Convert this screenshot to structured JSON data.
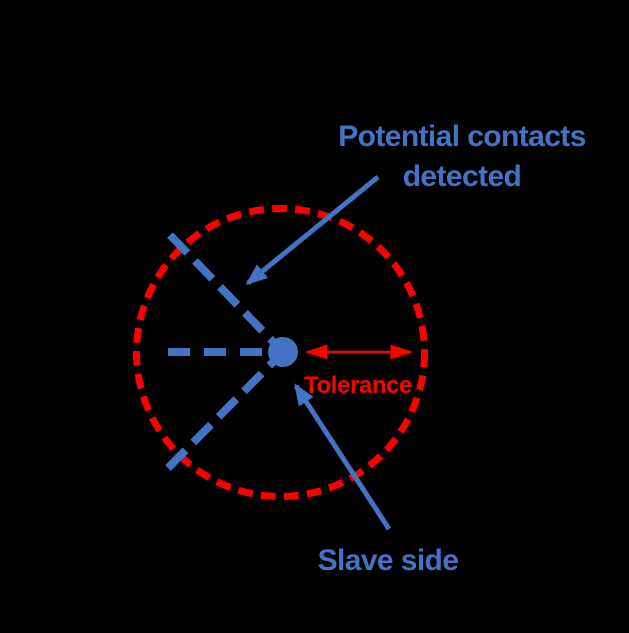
{
  "colors": {
    "blue": "#4472C4",
    "red": "#FF0000",
    "background": "#000000"
  },
  "labels": {
    "potential_contacts_line1": "Potential contacts",
    "potential_contacts_line2": "detected",
    "tolerance": "Tolerance",
    "slave_side": "Slave side"
  },
  "figure": {
    "type": "annotated-diagram",
    "elements": {
      "tolerance_circle": "red dashed circle marking the search tolerance radius",
      "slave_node": "solid blue dot at the circle center (slave side node)",
      "contact_rays": "three blue dashed rays from the center toward upper-left, left and lower-left (potential contacts detected)",
      "tolerance_arrow": "red double-headed arrow from the center dot to the circle edge",
      "annotation_arrows": "two blue annotation arrows pointing from the text labels into the diagram"
    }
  }
}
